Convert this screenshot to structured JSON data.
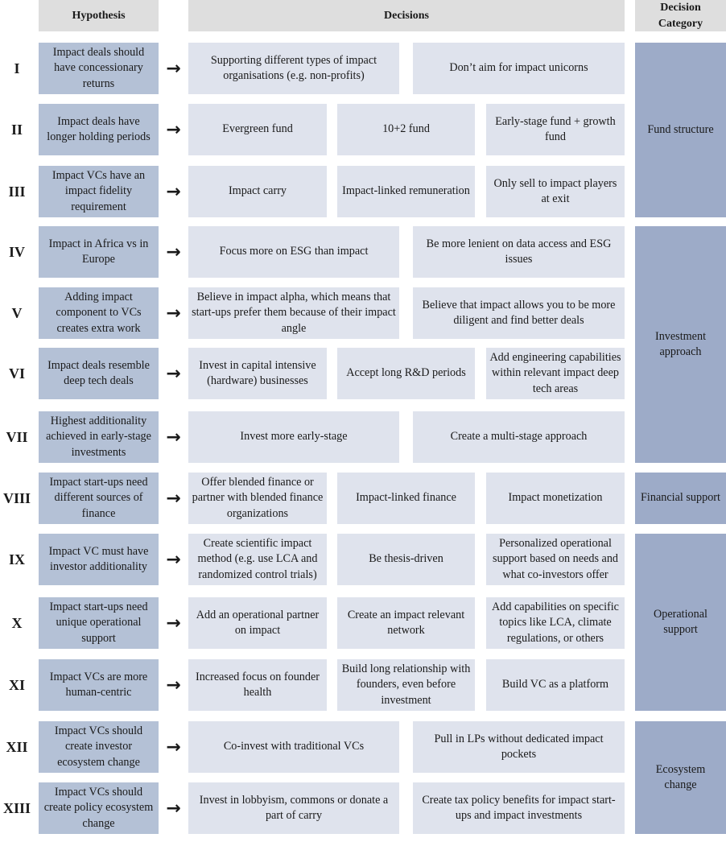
{
  "headers": {
    "hypothesis": "Hypothesis",
    "decisions": "Decisions",
    "category": "Decision Category"
  },
  "rows": [
    {
      "num": "I",
      "hypothesis": "Impact deals should have concessionary returns",
      "decisions": [
        "Supporting different types of impact organisations (e.g. non-profits)",
        "Don’t aim for impact unicorns"
      ]
    },
    {
      "num": "II",
      "hypothesis": "Impact deals have longer holding periods",
      "decisions": [
        "Evergreen fund",
        "10+2 fund",
        "Early-stage fund + growth fund"
      ]
    },
    {
      "num": "III",
      "hypothesis": "Impact VCs have an impact fidelity requirement",
      "decisions": [
        "Impact carry",
        "Impact-linked remuneration",
        "Only sell to impact players at exit"
      ]
    },
    {
      "num": "IV",
      "hypothesis": "Impact in Africa vs in Europe",
      "decisions": [
        "Focus more on ESG than impact",
        "Be more lenient on data access and ESG issues"
      ]
    },
    {
      "num": "V",
      "hypothesis": "Adding impact component to VCs creates extra work",
      "decisions": [
        "Believe in impact alpha, which means that start-ups prefer them because of their impact angle",
        "Believe that impact allows you to be more diligent and find better deals"
      ]
    },
    {
      "num": "VI",
      "hypothesis": "Impact deals resemble deep tech deals",
      "decisions": [
        "Invest in capital intensive (hardware) businesses",
        "Accept long R&D periods",
        "Add engineering capabilities within relevant impact deep tech areas"
      ]
    },
    {
      "num": "VII",
      "hypothesis": "Highest additionality achieved in early-stage investments",
      "decisions": [
        "Invest more early-stage",
        "Create a multi-stage approach"
      ]
    },
    {
      "num": "VIII",
      "hypothesis": "Impact start-ups need different sources of finance",
      "decisions": [
        "Offer blended finance or partner with blended finance organizations",
        "Impact-linked finance",
        "Impact monetization"
      ]
    },
    {
      "num": "IX",
      "hypothesis": "Impact VC must have investor additionality",
      "decisions": [
        "Create scientific impact method (e.g. use LCA and randomized control trials)",
        "Be thesis-driven",
        "Personalized operational support based on needs and what co-investors offer"
      ]
    },
    {
      "num": "X",
      "hypothesis": "Impact start-ups need unique operational support",
      "decisions": [
        "Add an operational partner on impact",
        "Create an impact relevant network",
        "Add capabilities on specific topics like LCA, climate regulations, or others"
      ]
    },
    {
      "num": "XI",
      "hypothesis": "Impact VCs are more human-centric",
      "decisions": [
        "Increased focus on founder health",
        "Build long relationship with founders, even before investment",
        "Build VC as a platform"
      ]
    },
    {
      "num": "XII",
      "hypothesis": "Impact VCs should create investor ecosystem change",
      "decisions": [
        "Co-invest with traditional VCs",
        "Pull in LPs without dedicated impact pockets"
      ]
    },
    {
      "num": "XIII",
      "hypothesis": "Impact VCs should create policy ecosystem change",
      "decisions": [
        "Invest in lobbyism, commons or donate a part of carry",
        "Create tax policy benefits for impact start-ups and impact investments"
      ]
    }
  ],
  "arrow": "→",
  "categories": [
    {
      "label": "Fund structure",
      "rows": [
        0,
        2
      ]
    },
    {
      "label": "Investment approach",
      "rows": [
        3,
        6
      ]
    },
    {
      "label": "Financial support",
      "rows": [
        7,
        7
      ]
    },
    {
      "label": "Operational support",
      "rows": [
        8,
        10
      ]
    },
    {
      "label": "Ecosystem change",
      "rows": [
        11,
        12
      ]
    }
  ],
  "colors": {
    "header": "#dedede",
    "hypothesis": "#b4c1d6",
    "decision": "#dfe3ed",
    "category": "#9dabc8"
  }
}
